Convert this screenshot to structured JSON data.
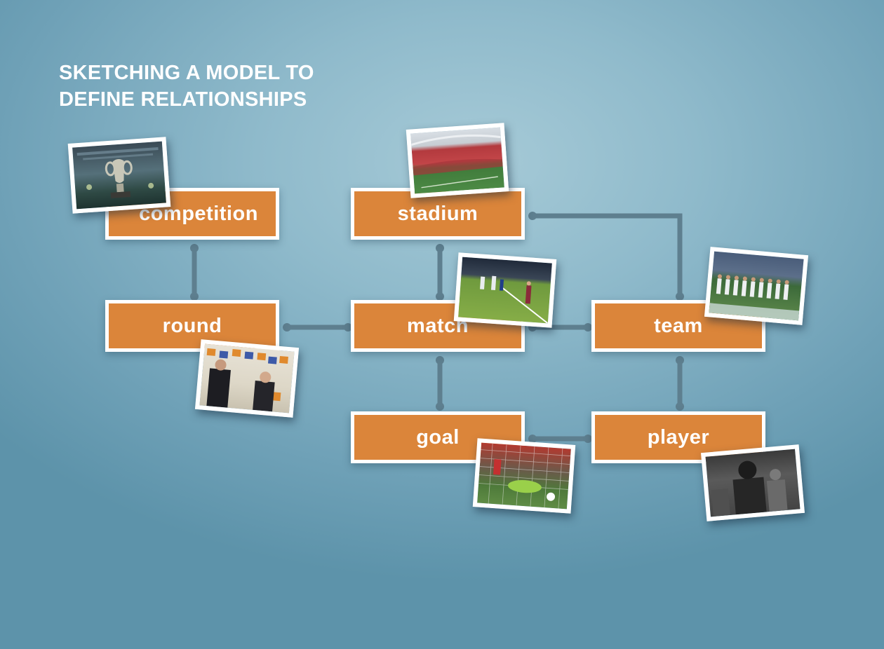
{
  "title": {
    "line1": "SKETCHING A MODEL TO",
    "line2": "DEFINE RELATIONSHIPS"
  },
  "entities": {
    "competition": "competition",
    "round": "round",
    "stadium": "stadium",
    "match": "match",
    "team": "team",
    "goal": "goal",
    "player": "player"
  },
  "relationships": [
    [
      "competition",
      "round"
    ],
    [
      "round",
      "match"
    ],
    [
      "stadium",
      "match"
    ],
    [
      "stadium",
      "team"
    ],
    [
      "match",
      "team"
    ],
    [
      "match",
      "goal"
    ],
    [
      "team",
      "player"
    ],
    [
      "goal",
      "player"
    ]
  ],
  "colors": {
    "entity_fill": "#db853a",
    "entity_border": "#ffffff",
    "connector": "#5e7f8f",
    "background": "#8fbacb"
  },
  "photos": [
    "trophy-photo",
    "stadium-photo",
    "match-photo",
    "team-photo",
    "press-conference-photo",
    "goal-photo",
    "player-photo"
  ]
}
